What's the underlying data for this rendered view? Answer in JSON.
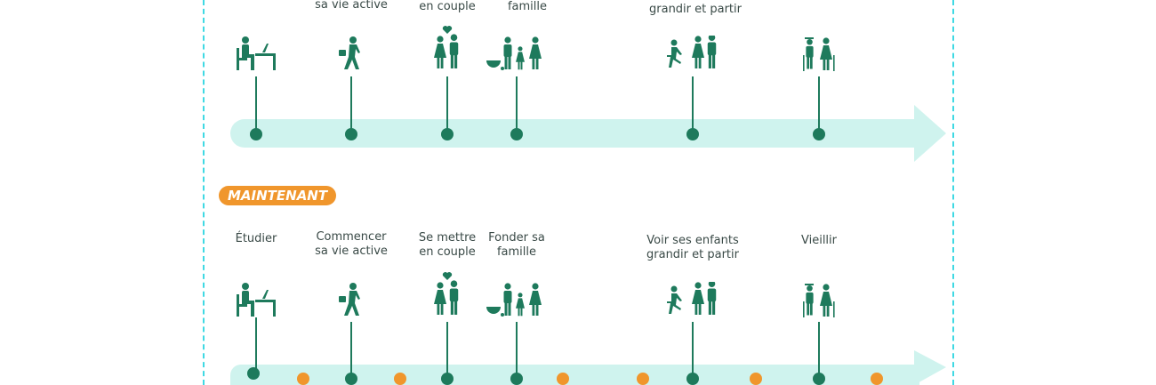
{
  "colors": {
    "green": "#1e7a5c",
    "band": "#cff3ee",
    "orange": "#f0962c",
    "dash": "#3fd9e3"
  },
  "top_timeline": {
    "labels": [
      "sa vie active",
      "en couple",
      "famille",
      "grandir et partir"
    ]
  },
  "badge": "MAINTENANT",
  "bottom_timeline": {
    "milestones": [
      {
        "line1": "Étudier",
        "line2": "",
        "icon": "student-desk-icon"
      },
      {
        "line1": "Commencer",
        "line2": "sa vie active",
        "icon": "walking-worker-icon"
      },
      {
        "line1": "Se mettre",
        "line2": "en couple",
        "icon": "couple-heart-icon"
      },
      {
        "line1": "Fonder sa",
        "line2": "famille",
        "icon": "family-stroller-icon"
      },
      {
        "line1": "Voir ses enfants",
        "line2": "grandir et partir",
        "icon": "child-leaving-icon"
      },
      {
        "line1": "Vieillir",
        "line2": "",
        "icon": "elderly-couple-icon"
      }
    ]
  }
}
